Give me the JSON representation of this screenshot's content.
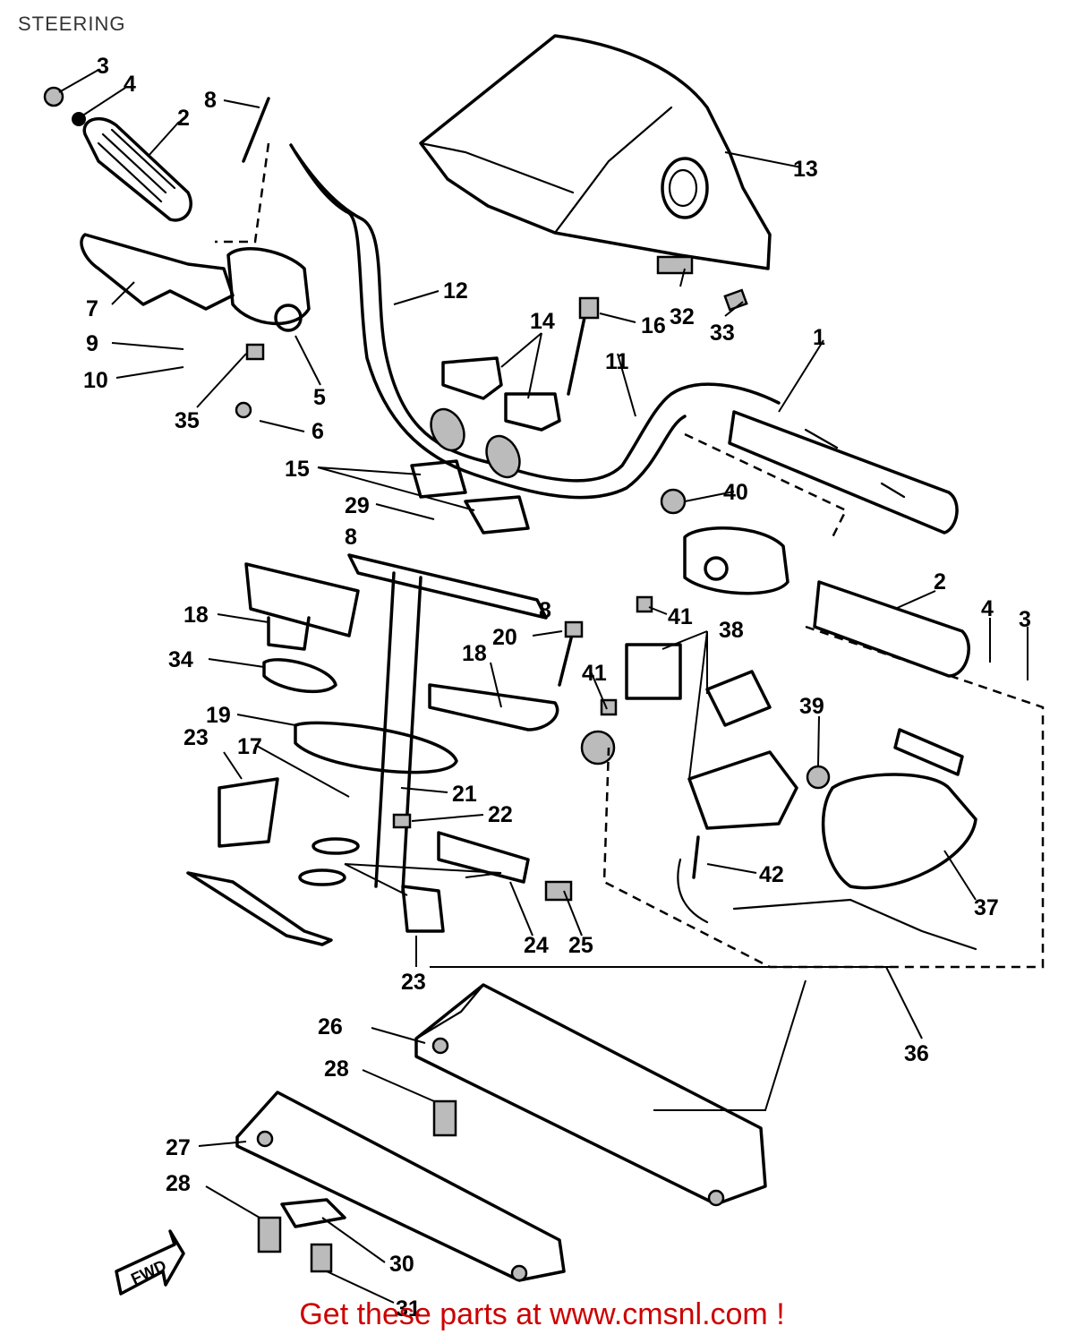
{
  "title": "STEERING",
  "footer": {
    "text": "Get these parts at www.cmsnl.com !"
  },
  "fwd_label": "FWD",
  "callouts": [
    "1",
    "2",
    "3",
    "4",
    "5",
    "6",
    "7",
    "8",
    "9",
    "10",
    "11",
    "12",
    "13",
    "14",
    "15",
    "16",
    "17",
    "18",
    "19",
    "20",
    "21",
    "22",
    "23",
    "24",
    "25",
    "26",
    "27",
    "28",
    "29",
    "30",
    "31",
    "32",
    "33",
    "34",
    "35",
    "36",
    "37",
    "38",
    "39",
    "40",
    "41",
    "42"
  ]
}
